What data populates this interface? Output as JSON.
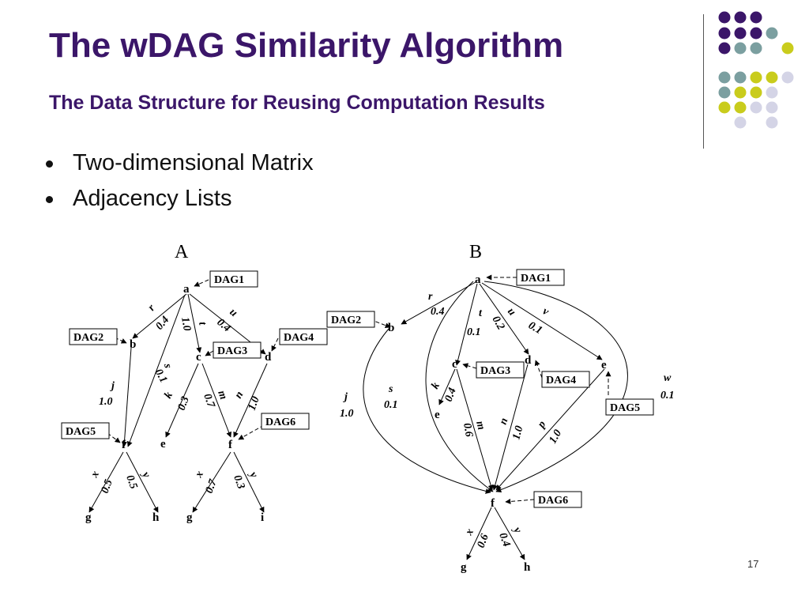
{
  "title": "The wDAG Similarity Algorithm",
  "subtitle": "The Data Structure for Reusing Computation Results",
  "bullets": [
    "Two-dimensional Matrix",
    "Adjacency Lists"
  ],
  "page_number": "17",
  "colors": {
    "title": "#3b1669",
    "dot_purple": "#3b1669",
    "dot_teal": "#7b9fa0",
    "dot_yellow": "#c9cc1c",
    "dot_lavender": "#d4d4e6"
  },
  "diagram": {
    "panels": [
      {
        "name": "A",
        "nodes": [
          "a",
          "b",
          "c",
          "d",
          "e",
          "f",
          "g",
          "f",
          "g",
          "h",
          "i"
        ],
        "dags": [
          "DAG1",
          "DAG2",
          "DAG3",
          "DAG4",
          "DAG5",
          "DAG6"
        ],
        "edges": [
          {
            "label": "r",
            "weight": "0.4"
          },
          {
            "label": "t",
            "weight": "1.0"
          },
          {
            "label": "u",
            "weight": "0.4"
          },
          {
            "label": "j",
            "weight": "1.0"
          },
          {
            "label": "s",
            "weight": "0.1"
          },
          {
            "label": "k",
            "weight": "0.3"
          },
          {
            "label": "m",
            "weight": "0.7"
          },
          {
            "label": "n",
            "weight": "1.0"
          },
          {
            "label": "x",
            "weight": "0.5"
          },
          {
            "label": "y",
            "weight": "0.5"
          },
          {
            "label": "x",
            "weight": "0.7"
          },
          {
            "label": "y",
            "weight": "0.3"
          }
        ]
      },
      {
        "name": "B",
        "nodes": [
          "a",
          "b",
          "c",
          "d",
          "e",
          "e",
          "f",
          "g",
          "h"
        ],
        "dags": [
          "DAG1",
          "DAG2",
          "DAG3",
          "DAG4",
          "DAG5",
          "DAG6"
        ],
        "edges": [
          {
            "label": "r",
            "weight": "0.4"
          },
          {
            "label": "t",
            "weight": "0.1"
          },
          {
            "label": "u",
            "weight": "0.2"
          },
          {
            "label": "v",
            "weight": "0.1"
          },
          {
            "label": "w",
            "weight": "0.1"
          },
          {
            "label": "j",
            "weight": "1.0"
          },
          {
            "label": "s",
            "weight": "0.1"
          },
          {
            "label": "k",
            "weight": "0.4"
          },
          {
            "label": "m",
            "weight": "0.6"
          },
          {
            "label": "n",
            "weight": "1.0"
          },
          {
            "label": "p",
            "weight": "1.0"
          },
          {
            "label": "x",
            "weight": "0.6"
          },
          {
            "label": "y",
            "weight": "0.4"
          }
        ]
      }
    ]
  }
}
